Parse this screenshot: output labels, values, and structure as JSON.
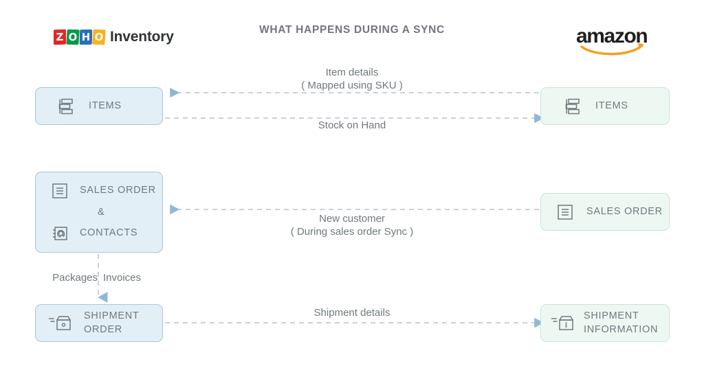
{
  "header": {
    "title": "WHAT HAPPENS DURING A SYNC",
    "left_brand": {
      "name": "Zoho Inventory",
      "tiles": [
        "Z",
        "O",
        "H",
        "O"
      ],
      "word": "Inventory",
      "colors": [
        "#e42527",
        "#089949",
        "#2a6fb9",
        "#f9b21d"
      ]
    },
    "right_brand": {
      "name": "amazon",
      "word": "amazon",
      "smile_color": "#f89c1c"
    }
  },
  "theme": {
    "left_fill": "#e3eff7",
    "left_border": "#a8c4da",
    "right_fill": "#eef8f3",
    "right_border": "#c8e3d8",
    "arrow_color": "#8fb8d4",
    "dash_color": "#b9c4ca",
    "text_color": "#6f787c",
    "background": "#ffffff"
  },
  "nodes": {
    "items_left": {
      "label": "ITEMS",
      "icon": "items-list-icon",
      "side": "left"
    },
    "items_right": {
      "label": "ITEMS",
      "icon": "items-list-icon",
      "side": "right"
    },
    "sales_order_left": {
      "line1": "SALES ORDER",
      "amp": "&",
      "line2": "CONTACTS",
      "icon1": "document-lines-icon",
      "icon2": "contacts-at-icon",
      "side": "left"
    },
    "sales_order_right": {
      "label": "SALES ORDER",
      "icon": "document-lines-icon",
      "side": "right"
    },
    "shipment_left": {
      "line1": "SHIPMENT",
      "line2": "ORDER",
      "icon": "package-box-icon",
      "side": "left"
    },
    "shipment_right": {
      "line1": "SHIPMENT",
      "line2": "INFORMATION",
      "icon": "package-info-icon",
      "side": "right"
    }
  },
  "connectors": {
    "item_details": {
      "line1": "Item details",
      "line2": "( Mapped using SKU )",
      "direction": "right-to-left"
    },
    "stock_on_hand": {
      "line1": "Stock on Hand",
      "direction": "left-to-right"
    },
    "new_customer": {
      "line1": "New customer",
      "line2": "( During sales order Sync )",
      "direction": "right-to-left"
    },
    "shipment_details": {
      "line1": "Shipment details",
      "direction": "left-to-right"
    },
    "packages": {
      "label": "Packages"
    },
    "invoices": {
      "label": "Invoices"
    }
  }
}
